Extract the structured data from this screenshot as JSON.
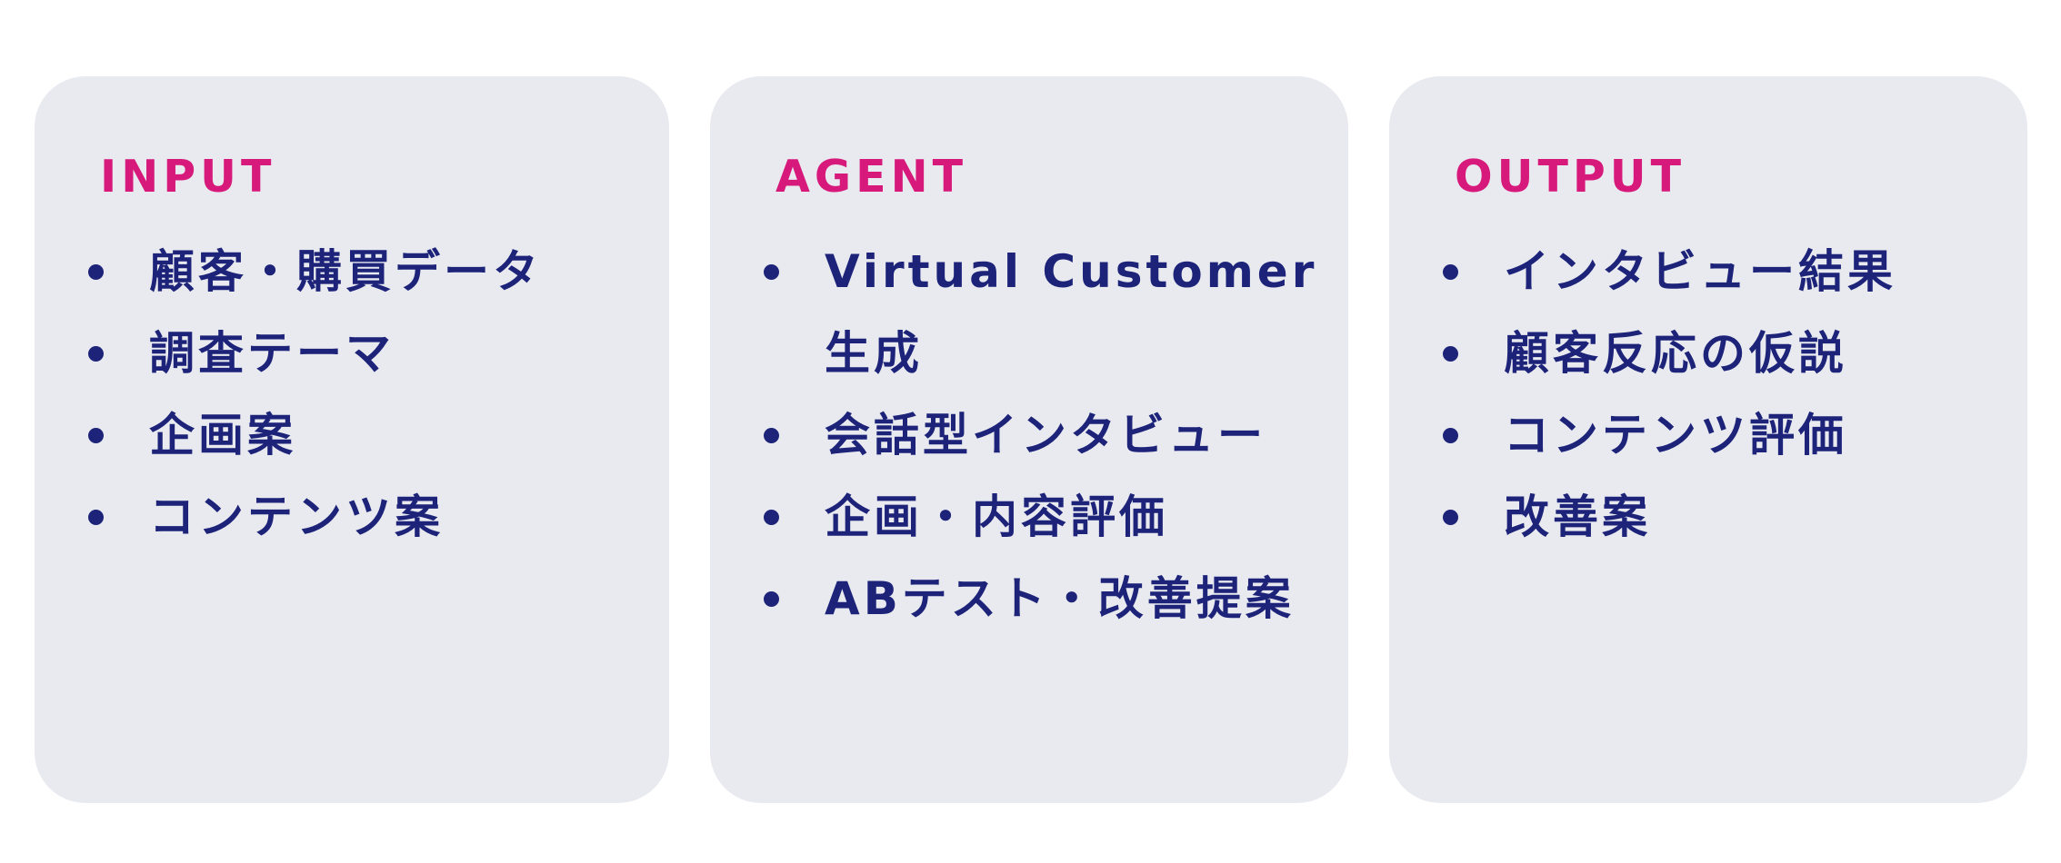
{
  "cards": [
    {
      "title": "INPUT",
      "items": [
        "顧客・購買データ",
        "調査テーマ",
        "企画案",
        "コンテンツ案"
      ]
    },
    {
      "title": "AGENT",
      "items": [
        "Virtual Customer 生成",
        "会話型インタビュー",
        "企画・内容評価",
        "ABテスト・改善提案"
      ]
    },
    {
      "title": "OUTPUT",
      "items": [
        "インタビュー結果",
        "顧客反応の仮説",
        "コンテンツ評価",
        "改善案"
      ]
    }
  ],
  "colors": {
    "title": "#d6197a",
    "text": "#1c2378",
    "card_background": "#e9eaf0"
  }
}
